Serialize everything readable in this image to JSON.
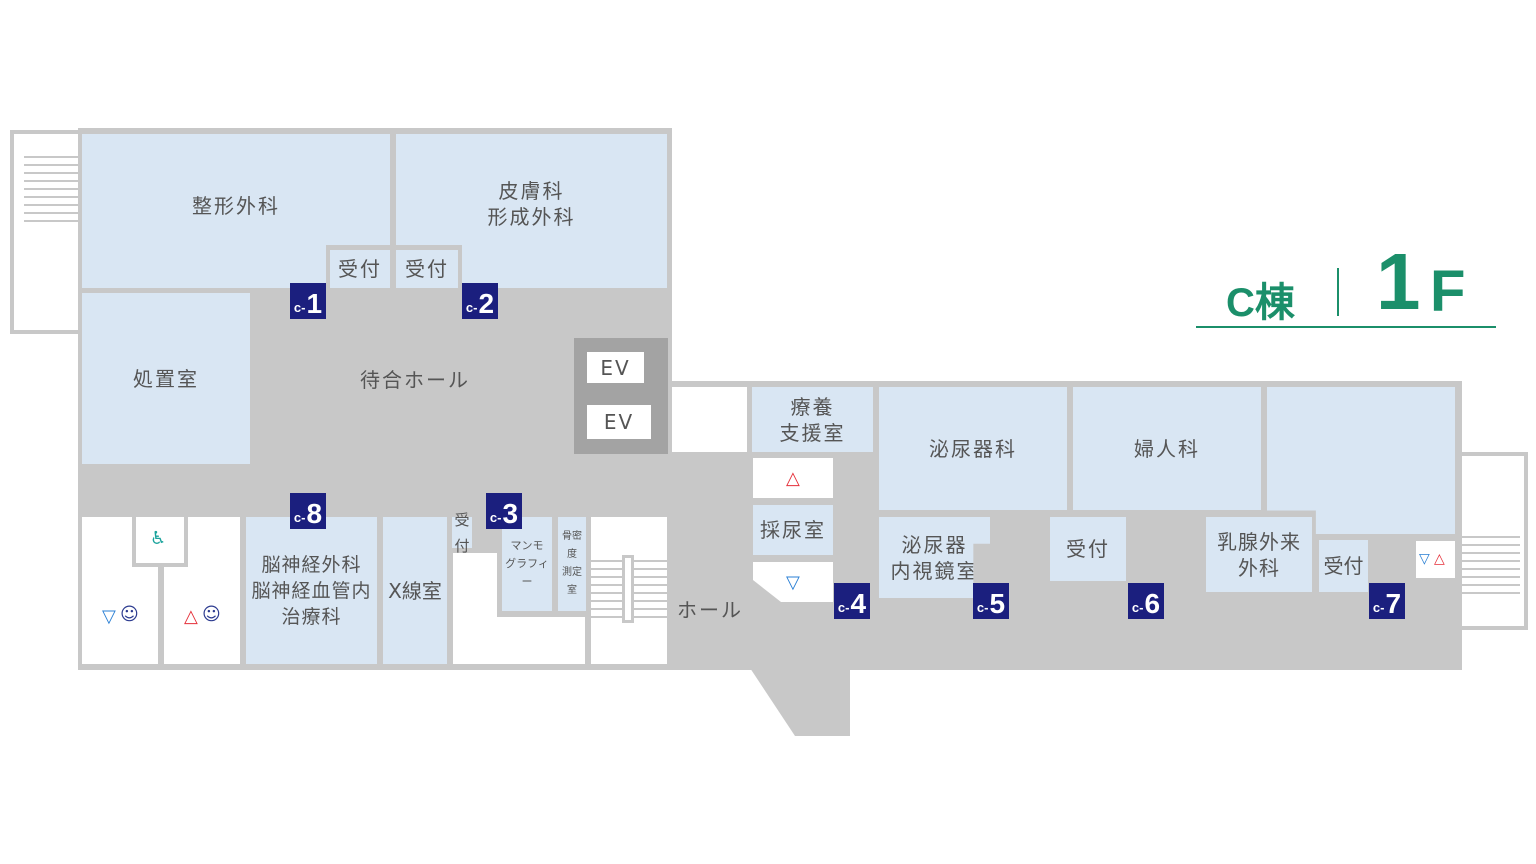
{
  "header": {
    "building": "C棟",
    "floor_number": "1",
    "floor_unit": "F",
    "accent_color": "#1b8f6a"
  },
  "rooms": {
    "orthopedics": "整形外科",
    "dermatology": "皮膚科\n形成外科",
    "reception1": "受付",
    "reception2": "受付",
    "treatment": "処置室",
    "waiting_hall": "待合ホール",
    "ev1": "EV",
    "ev2": "EV",
    "neurosurgery": "脳神経外科\n脳神経血管内\n治療科",
    "xray": "X線室",
    "reception3": "受付",
    "mammography": "マンモ\nグラフィー",
    "bone_density": "骨密度\n測定室",
    "hall": "ホール",
    "care_support": "療養\n支援室",
    "urine": "採尿室",
    "urology": "泌尿器科",
    "gynecology": "婦人科",
    "endoscopy": "泌尿器\n内視鏡室",
    "reception6": "受付",
    "breast": "乳腺外来\n外科",
    "reception7": "受付"
  },
  "badges": {
    "c1": "1",
    "c2": "2",
    "c3": "3",
    "c4": "4",
    "c5": "5",
    "c6": "6",
    "c7": "7",
    "c8": "8",
    "prefix": "c-"
  }
}
